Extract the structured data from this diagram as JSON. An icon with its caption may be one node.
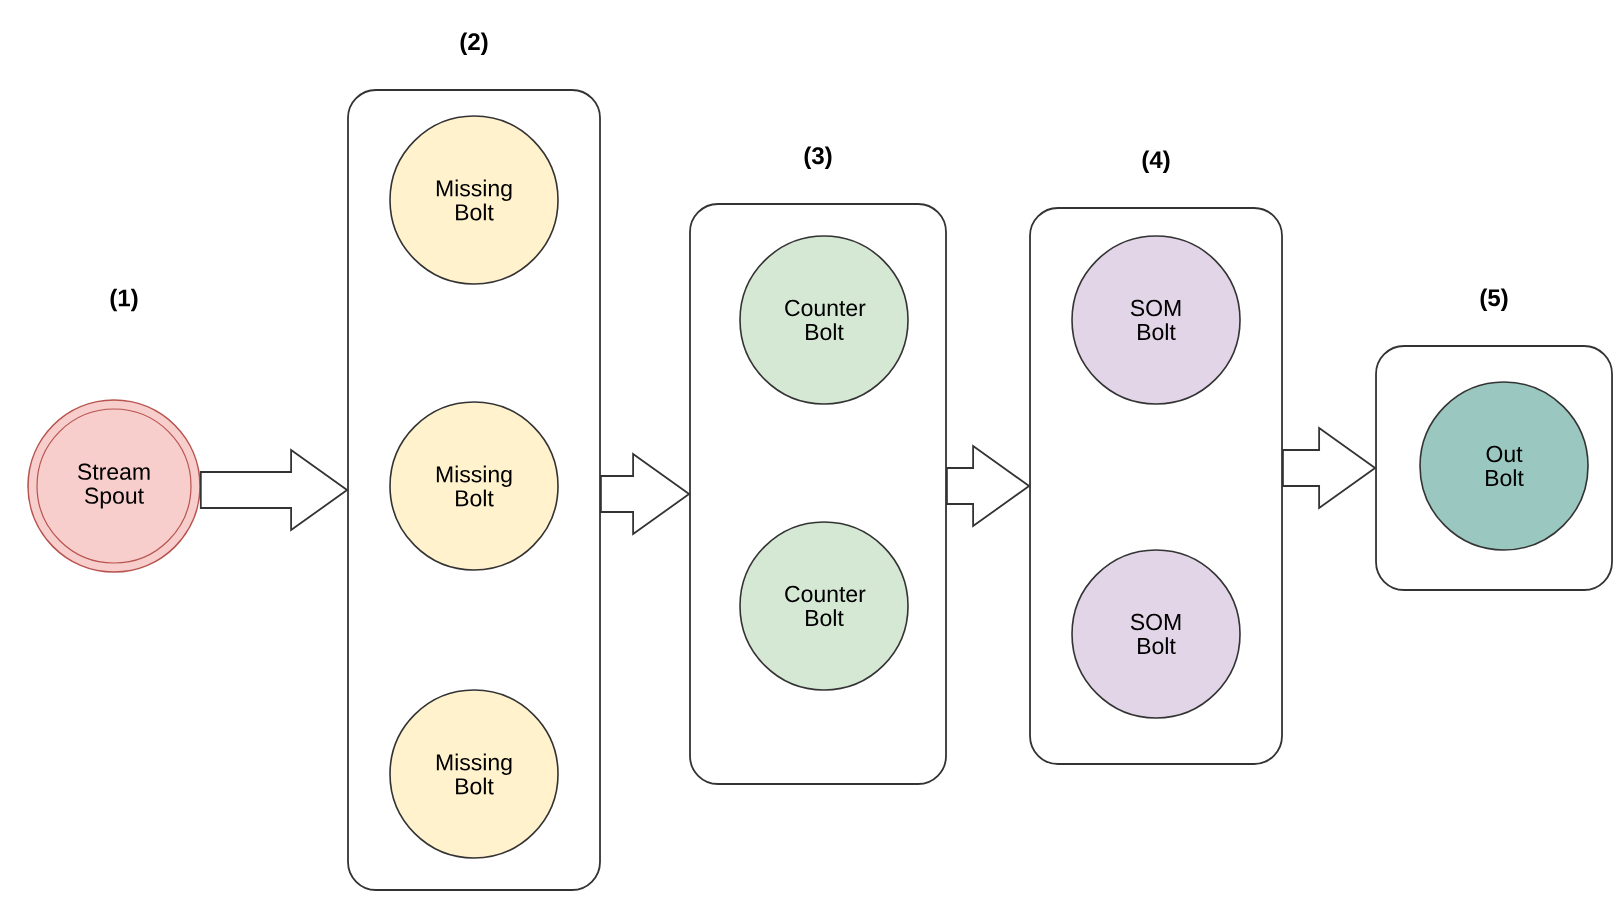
{
  "diagram": {
    "nodes": [
      {
        "text": [
          "Stream Spout"
        ],
        "beside": [
          "(1)"
        ]
      },
      {
        "text": [
          "(2)"
        ]
      },
      {
        "text": [
          "Missing Bolt"
        ],
        "in": 1
      },
      {
        "text": [
          "Missing Bolt"
        ],
        "in": 1
      },
      {
        "text": [
          "Missing Bolt"
        ],
        "in": 1
      },
      {
        "text": [
          "(3)"
        ]
      },
      {
        "text": [
          "Counter Bolt"
        ],
        "in": 5
      },
      {
        "text": [
          "Counter Bolt"
        ],
        "in": 5
      },
      {
        "text": [
          "(4)"
        ]
      },
      {
        "text": [
          "SOM Bolt"
        ],
        "in": 8
      },
      {
        "text": [
          "SOM Bolt"
        ],
        "in": 8
      },
      {
        "text": [
          "(5)"
        ]
      },
      {
        "text": [
          "Out Bolt"
        ],
        "in": 11
      }
    ],
    "edges": [
      {
        "from": 0,
        "to": 1,
        "arrow": "to"
      },
      {
        "from": 1,
        "to": 5,
        "arrow": "to"
      },
      {
        "from": 5,
        "to": 8,
        "arrow": "to"
      },
      {
        "from": 8,
        "to": 11,
        "arrow": "to"
      }
    ]
  }
}
